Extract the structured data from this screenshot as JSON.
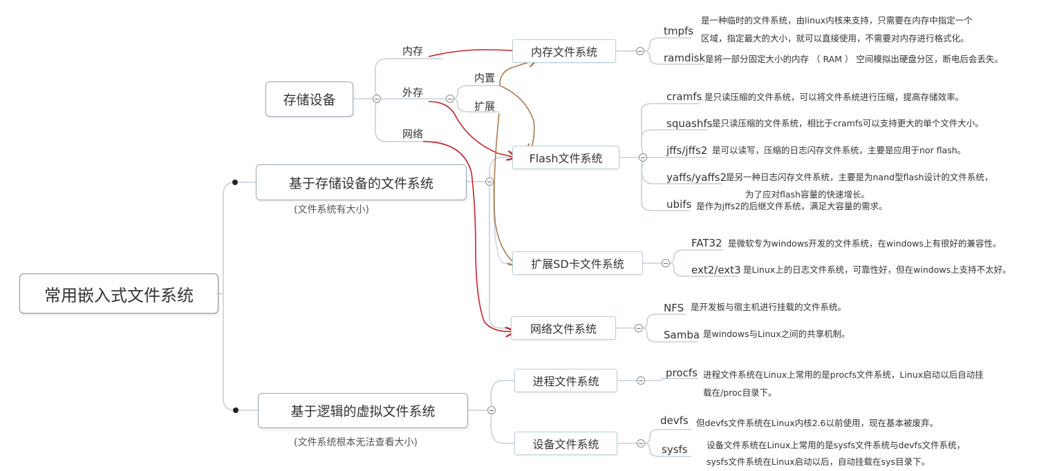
{
  "root": "常用嵌入式文件系统",
  "storage_device": {
    "title": "存储设备",
    "memory": "内存",
    "external": "外存",
    "network": "网络",
    "builtin": "内置",
    "extended": "扩展"
  },
  "branch_storage": {
    "title": "基于存储设备的文件系统",
    "note": "(文件系统有大小)",
    "memory_fs": {
      "title": "内存文件系统",
      "items": [
        {
          "name": "tmpfs",
          "desc_lines": [
            "是一种临时的文件系统，由linux内核来支持，只需要在内存中指定一个",
            "区域，指定最大的大小，就可以直接使用，不需要对内存进行格式化。"
          ]
        },
        {
          "name": "ramdisk",
          "desc_lines": [
            "是将一部分固定大小的内存 （ RAM ） 空间模拟出硬盘分区，断电后会丢失。"
          ]
        }
      ]
    },
    "flash_fs": {
      "title": "Flash文件系统",
      "items": [
        {
          "name": "cramfs",
          "desc_lines": [
            "是只读压缩的文件系统，可以将文件系统进行压缩，提高存储效率。"
          ]
        },
        {
          "name": "squashfs",
          "desc_lines": [
            "是只读压缩的文件系统，相比于cramfs可以支持更大的单个文件大小。"
          ]
        },
        {
          "name": "jffs/jffs2",
          "desc_lines": [
            "是可以读写，压缩的日志闪存文件系统，主要是应用于nor flash。"
          ]
        },
        {
          "name": "yaffs/yaffs2",
          "desc_lines": [
            "是另一种日志闪存文件系统，主要是为nand型flash设计的文件系统，",
            "为了应对flash容量的快速增长。"
          ]
        },
        {
          "name": "ubifs",
          "desc_lines": [
            "是作为jffs2的后继文件系统，满足大容量的需求。"
          ]
        }
      ]
    },
    "sd_fs": {
      "title": "扩展SD卡文件系统",
      "items": [
        {
          "name": "FAT32",
          "desc_lines": [
            "是微软专为windows开发的文件系统，在windows上有很好的兼容性。"
          ]
        },
        {
          "name": "ext2/ext3",
          "desc_lines": [
            "是Linux上的日志文件系统，可靠性好，但在windows上支持不太好。"
          ]
        }
      ]
    },
    "net_fs": {
      "title": "网络文件系统",
      "items": [
        {
          "name": "NFS",
          "desc_lines": [
            "是开发板与宿主机进行挂载的文件系统。"
          ]
        },
        {
          "name": "Samba",
          "desc_lines": [
            "是windows与Linux之间的共享机制。"
          ]
        }
      ]
    }
  },
  "branch_logic": {
    "title": "基于逻辑的虚拟文件系统",
    "note": "(文件系统根本无法查看大小)",
    "proc_fs": {
      "title": "进程文件系统",
      "items": [
        {
          "name": "procfs",
          "desc_lines": [
            "进程文件系统在Linux上常用的是procfs文件系统，Linux启动以后自动挂",
            "载在/proc目录下。"
          ]
        }
      ]
    },
    "dev_fs": {
      "title": "设备文件系统",
      "items": [
        {
          "name": "devfs",
          "desc_lines": [
            "但devfs文件系统在Linux内核2.6以前使用，现在基本被废弃。"
          ]
        },
        {
          "name": "sysfs",
          "desc_lines": [
            "设备文件系统在Linux上常用的是sysfs文件系统与devfs文件系统，",
            "sysfs文件系统在Linux启动以后，自动挂载在sys目录下。"
          ]
        }
      ]
    }
  },
  "colors": {
    "connector": "#c5d1d8",
    "red_arrow": "#c8202a",
    "brown_arrow": "#a97b4f"
  }
}
